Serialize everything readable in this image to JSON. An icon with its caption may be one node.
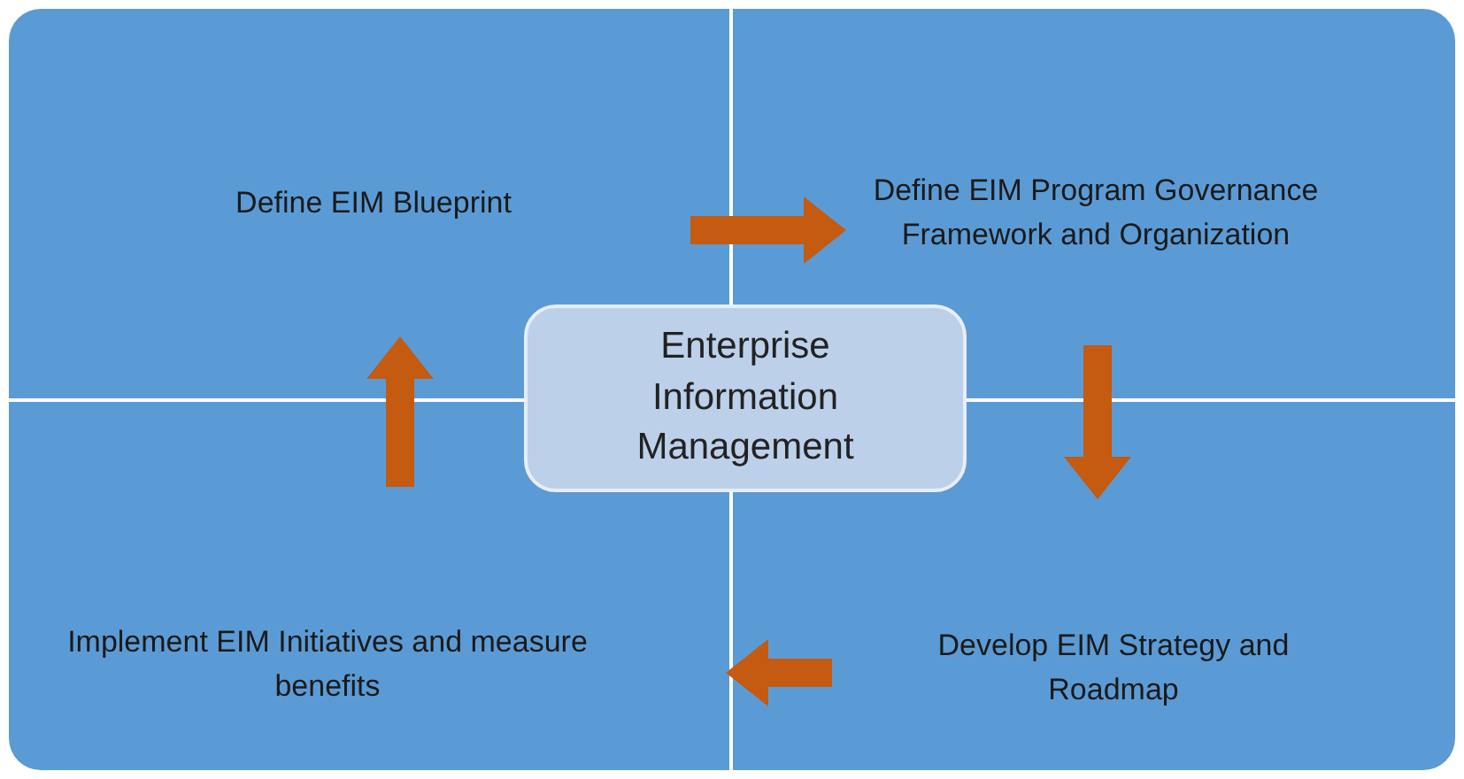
{
  "diagram": {
    "nodes": [
      {
        "text": [
          "Define EIM Blueprint"
        ]
      },
      {
        "text": [
          "Define EIM Program Governance Framework and Organization"
        ]
      },
      {
        "text": [
          "Enterprise Information Management"
        ]
      },
      {
        "text": [
          "Implement EIM Initiatives and measure benefits"
        ]
      },
      {
        "text": [
          "Develop EIM Strategy and Roadmap"
        ]
      }
    ],
    "edges": [
      {
        "from": 0,
        "to": 1,
        "arrow": "to"
      },
      {
        "from": 1,
        "to": 4,
        "arrow": "to"
      },
      {
        "from": 4,
        "to": 3,
        "arrow": "to"
      },
      {
        "from": 3,
        "to": 0,
        "arrow": "to"
      }
    ]
  }
}
